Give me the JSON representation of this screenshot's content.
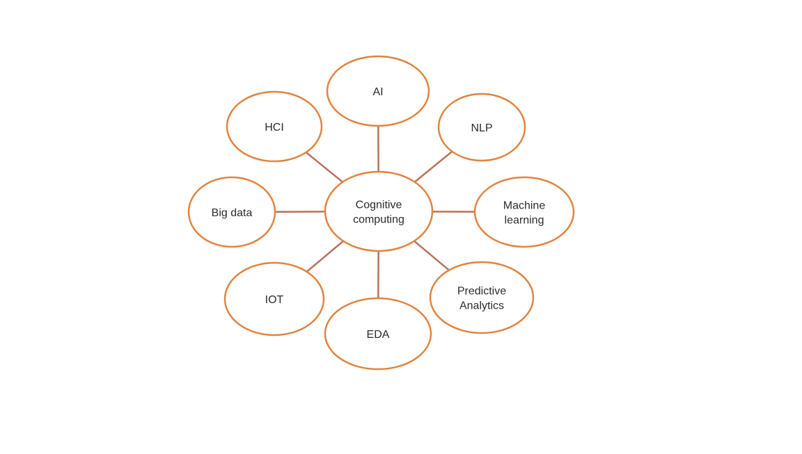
{
  "diagram": {
    "center": {
      "id": "cognitive",
      "label_lines": [
        "Cognitive",
        "computing"
      ]
    },
    "nodes": [
      {
        "id": "ai",
        "label_lines": [
          "AI"
        ]
      },
      {
        "id": "nlp",
        "label_lines": [
          "NLP"
        ]
      },
      {
        "id": "ml",
        "label_lines": [
          "Machine",
          "learning"
        ]
      },
      {
        "id": "pa",
        "label_lines": [
          "Predictive",
          "Analytics"
        ]
      },
      {
        "id": "eda",
        "label_lines": [
          "EDA"
        ]
      },
      {
        "id": "iot",
        "label_lines": [
          "IOT"
        ]
      },
      {
        "id": "bigdata",
        "label_lines": [
          "Big data"
        ]
      },
      {
        "id": "hci",
        "label_lines": [
          "HCI"
        ]
      }
    ],
    "edges": [
      {
        "from": "cognitive",
        "to": "ai"
      },
      {
        "from": "cognitive",
        "to": "nlp"
      },
      {
        "from": "cognitive",
        "to": "ml"
      },
      {
        "from": "cognitive",
        "to": "pa"
      },
      {
        "from": "cognitive",
        "to": "eda"
      },
      {
        "from": "cognitive",
        "to": "iot"
      },
      {
        "from": "cognitive",
        "to": "bigdata"
      },
      {
        "from": "cognitive",
        "to": "hci"
      }
    ],
    "colors": {
      "node_stroke": "#e0843f",
      "edge_stroke": "#b5735a",
      "text": "#2b2b2b"
    }
  }
}
